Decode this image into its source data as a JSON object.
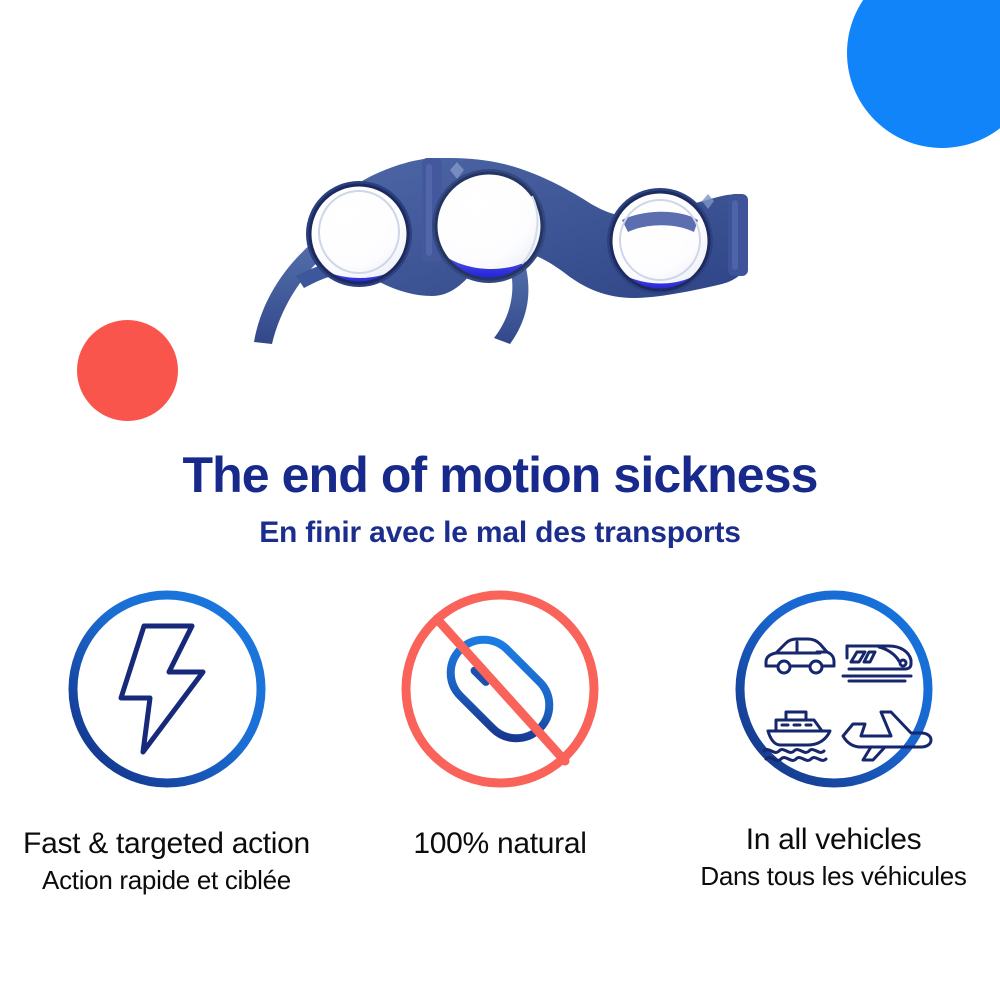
{
  "page": {
    "background": "#ffffff",
    "brand_navy": "#172a8b",
    "brand_blue": "#1184fa",
    "brand_red": "#f9554c"
  },
  "decor": {
    "blue_circle": "blue-circle-decoration",
    "red_circle": "red-circle-decoration"
  },
  "product": {
    "name": "anti-motion-sickness-glasses",
    "frame_color": "#3f5aa0",
    "liquid_color": "#2b2fd0"
  },
  "heading": {
    "title": "The end of motion sickness",
    "subtitle": "En finir avec le mal des transports"
  },
  "features": [
    {
      "icon": "lightning-bolt-icon",
      "ring_from": "#1a7ae0",
      "ring_to": "#132a7e",
      "title": "Fast & targeted action",
      "subtitle": "Action rapide et ciblée"
    },
    {
      "icon": "no-pill-icon",
      "ring_from": "#f9635a",
      "ring_to": "#f9635a",
      "title": "100% natural",
      "subtitle": ""
    },
    {
      "icon": "all-vehicles-icon",
      "ring_from": "#1577e0",
      "ring_to": "#14307d",
      "title": "In all vehicles",
      "subtitle": "Dans tous les véhicules"
    }
  ]
}
